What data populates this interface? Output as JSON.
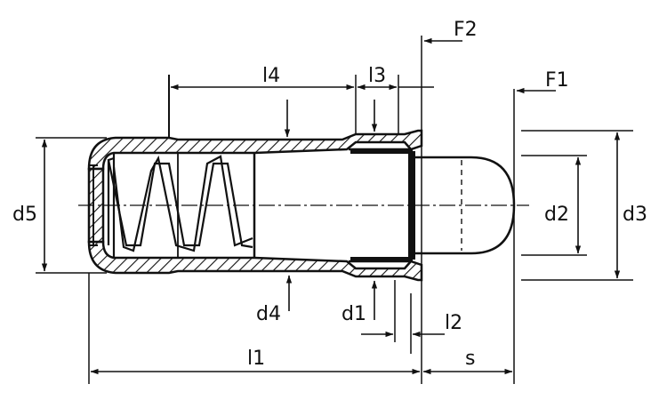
{
  "colors": {
    "ink": "#111111",
    "background": "#ffffff"
  },
  "labels": {
    "d1": "d1",
    "d2": "d2",
    "d3": "d3",
    "d4": "d4",
    "d5": "d5",
    "l1": "l1",
    "l2": "l2",
    "l3": "l3",
    "l4": "l4",
    "s": "s",
    "f1": "F1",
    "f2": "F2"
  }
}
